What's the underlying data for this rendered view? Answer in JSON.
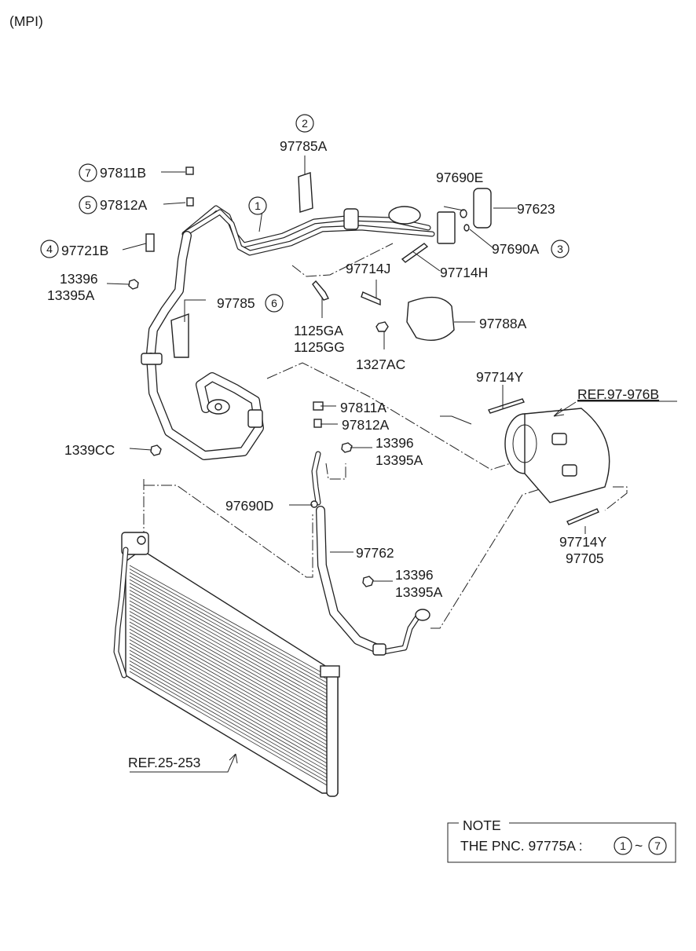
{
  "header": {
    "variant": "(MPI)"
  },
  "callouts": {
    "c1": "1",
    "c2": "2",
    "c3": "3",
    "c4": "4",
    "c5": "5",
    "c6": "6",
    "c7": "7"
  },
  "labels": {
    "p97785A": "97785A",
    "p97811B": "97811B",
    "p97812A_top": "97812A",
    "p97721B": "97721B",
    "p13396_left": "13396",
    "p13395A_left": "13395A",
    "p97785": "97785",
    "p97690E": "97690E",
    "p97623": "97623",
    "p97690A": "97690A",
    "p97714J": "97714J",
    "p97714H": "97714H",
    "p1125GA": "1125GA",
    "p1125GG": "1125GG",
    "p97788A": "97788A",
    "p1327AC": "1327AC",
    "p97714Y_top": "97714Y",
    "ref_97_976B": "REF.97-976B",
    "p97811A": "97811A",
    "p97812A_mid": "97812A",
    "p13396_mid": "13396",
    "p13395A_mid": "13395A",
    "p1339CC": "1339CC",
    "p97690D": "97690D",
    "p97762": "97762",
    "p13396_low": "13396",
    "p13395A_low": "13395A",
    "p97714Y_bot": "97714Y",
    "p97705": "97705",
    "ref_25_253": "REF.25-253"
  },
  "note": {
    "title": "NOTE",
    "text": "THE PNC. 97775A  :",
    "range_from": "1",
    "tilde": "~",
    "range_to": "7"
  },
  "colors": {
    "ink": "#1a1a1a",
    "paper": "#ffffff"
  }
}
